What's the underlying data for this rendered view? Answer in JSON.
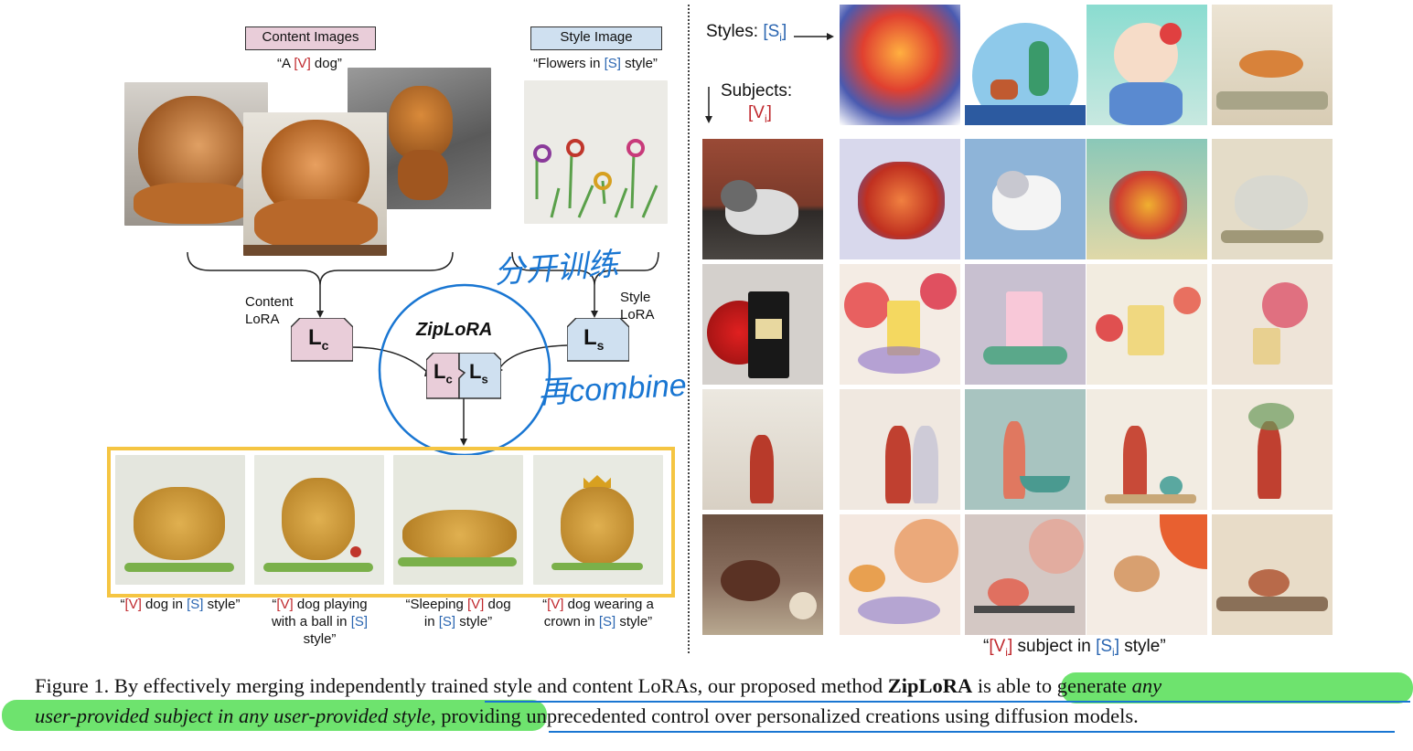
{
  "left": {
    "content_tag": "Content Images",
    "content_prompt": {
      "pre": "“A ",
      "token": "[V]",
      "post": " dog”"
    },
    "style_tag": "Style Image",
    "style_prompt": {
      "pre": "“Flowers in ",
      "token": "[S]",
      "post": " style”"
    },
    "content_lora": "Content LoRA",
    "style_lora": "Style LoRA",
    "lc": "L",
    "lc_sub": "c",
    "ls": "L",
    "ls_sub": "s",
    "ziplora": "ZipLoRA",
    "handwriting_top": "分开训练",
    "handwriting_bottom": "再combine",
    "outputs": [
      {
        "p1": "“",
        "t1": "[V]",
        "p2": " dog in ",
        "t2": "[S]",
        "p3": " style”"
      },
      {
        "p1": "“",
        "t1": "[V]",
        "p2": " dog playing with a ball in ",
        "t2": "[S]",
        "p3": " style”"
      },
      {
        "p1": "“Sleeping ",
        "t1": "[V]",
        "p2": " dog in ",
        "t2": "[S]",
        "p3": " style”"
      },
      {
        "p1": "“",
        "t1": "[V]",
        "p2": " dog wearing a crown in ",
        "t2": "[S]",
        "p3": " style”"
      }
    ]
  },
  "right": {
    "styles_label": "Styles:",
    "styles_token": "[S",
    "styles_sub": "i",
    "styles_close": "]",
    "subjects_label": "Subjects:",
    "subjects_token": "[V",
    "subjects_sub": "i",
    "subjects_close": "]",
    "bottom_prompt": {
      "p1": "“",
      "t1": "[V",
      "s1": "i",
      "c1": "]",
      "p2": " subject in ",
      "t2": "[S",
      "s2": "i",
      "c2": "]",
      "p3": " style”"
    },
    "subjects": [
      "plush husky toy",
      "perfume bottle",
      "red vase",
      "clay teapot"
    ],
    "styles": [
      "watercolor cat",
      "flat woman walking dog",
      "anime girl",
      "sketch fox"
    ]
  },
  "caption": {
    "line1_a": "Figure 1.  By effectively merging independently trained style and content LoRAs, our proposed method ",
    "line1_bold": "ZipLoRA",
    "line1_b": " is able to generate ",
    "line1_italic": "any",
    "line2_italic": "user-provided subject in any user-provided style",
    "line2_b": ", providing unprecedented control over personalized creations using diffusion models."
  },
  "colors": {
    "content": "#e9cdd9",
    "style": "#cfe0f0",
    "highlight": "#6ee36e",
    "annotation": "#1976d2",
    "frame": "#f5c542"
  }
}
